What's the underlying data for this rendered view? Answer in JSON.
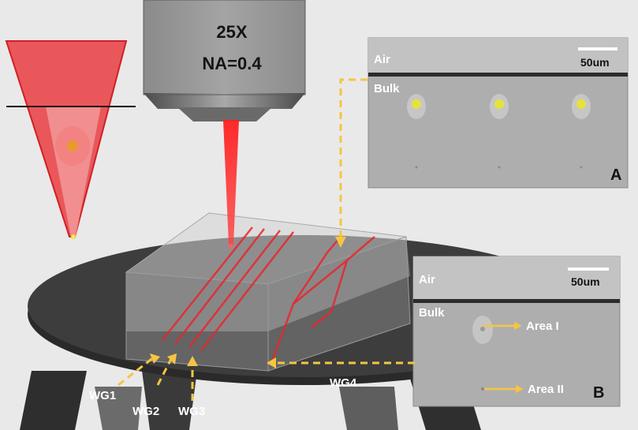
{
  "objective": {
    "magnification": "25X",
    "aperture": "NA=0.4"
  },
  "inset_a": {
    "air_label": "Air",
    "bulk_label": "Bulk",
    "scale_label": "50um",
    "panel_label": "A"
  },
  "inset_b": {
    "air_label": "Air",
    "bulk_label": "Bulk",
    "scale_label": "50um",
    "panel_label": "B",
    "area1_label": "Area I",
    "area2_label": "Area II"
  },
  "waveguides": {
    "wg1": "WG1",
    "wg2": "WG2",
    "wg3": "WG3",
    "wg4": "WG4"
  },
  "colors": {
    "laser": "#e8262b",
    "focus_dot": "#e6e23a",
    "arrow": "#f5c542",
    "stage": "#353535"
  }
}
